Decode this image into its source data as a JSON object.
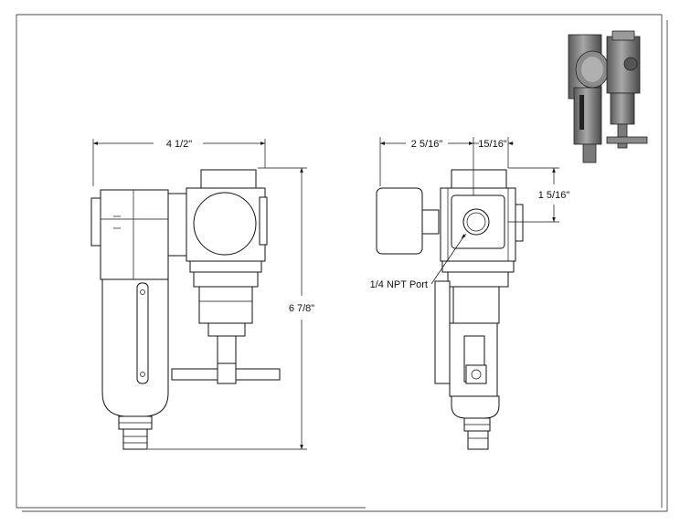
{
  "drawing": {
    "dimensions": {
      "front_width": "4 1/2\"",
      "front_height": "6 7/8\"",
      "side_left_width": "2 5/16\"",
      "side_right_width": "15/16\"",
      "side_height": "1 5/16\""
    },
    "callouts": {
      "port": "1/4 NPT Port"
    }
  }
}
